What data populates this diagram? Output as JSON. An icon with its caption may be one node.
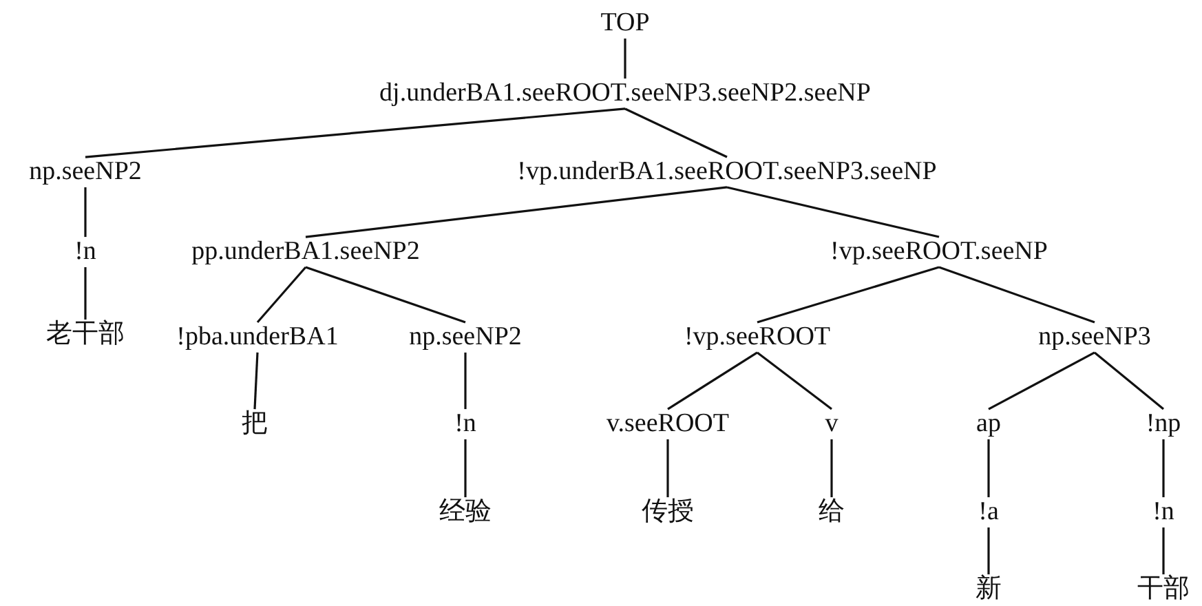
{
  "diagram": {
    "nodes": [
      {
        "text": [
          "TOP"
        ]
      },
      {
        "text": [
          "dj.underBA1.seeROOT.seeNP3.seeNP2.seeNP"
        ]
      },
      {
        "text": [
          "np.seeNP2"
        ]
      },
      {
        "text": [
          "!vp.underBA1.seeROOT.seeNP3.seeNP"
        ]
      },
      {
        "text": [
          "!n"
        ]
      },
      {
        "text": [
          "pp.underBA1.seeNP2"
        ]
      },
      {
        "text": [
          "!vp.seeROOT.seeNP"
        ]
      },
      {
        "text": [
          "老干部"
        ]
      },
      {
        "text": [
          "!pba.underBA1"
        ]
      },
      {
        "text": [
          "np.seeNP2"
        ]
      },
      {
        "text": [
          "!vp.seeROOT"
        ]
      },
      {
        "text": [
          "np.seeNP3"
        ]
      },
      {
        "text": [
          "把"
        ]
      },
      {
        "text": [
          "!n"
        ]
      },
      {
        "text": [
          "v.seeROOT"
        ]
      },
      {
        "text": [
          "v"
        ]
      },
      {
        "text": [
          "ap"
        ]
      },
      {
        "text": [
          "!np"
        ]
      },
      {
        "text": [
          "经验"
        ]
      },
      {
        "text": [
          "传授"
        ]
      },
      {
        "text": [
          "给"
        ]
      },
      {
        "text": [
          "!a"
        ]
      },
      {
        "text": [
          "!n"
        ]
      },
      {
        "text": [
          "新"
        ]
      },
      {
        "text": [
          "干部"
        ]
      }
    ],
    "edges": [
      {
        "from": 0,
        "to": 1,
        "arrow": "none"
      },
      {
        "from": 1,
        "to": 2,
        "arrow": "none"
      },
      {
        "from": 1,
        "to": 3,
        "arrow": "none"
      },
      {
        "from": 2,
        "to": 4,
        "arrow": "none"
      },
      {
        "from": 3,
        "to": 5,
        "arrow": "none"
      },
      {
        "from": 3,
        "to": 6,
        "arrow": "none"
      },
      {
        "from": 4,
        "to": 7,
        "arrow": "none"
      },
      {
        "from": 5,
        "to": 8,
        "arrow": "none"
      },
      {
        "from": 5,
        "to": 9,
        "arrow": "none"
      },
      {
        "from": 6,
        "to": 10,
        "arrow": "none"
      },
      {
        "from": 6,
        "to": 11,
        "arrow": "none"
      },
      {
        "from": 8,
        "to": 12,
        "arrow": "none"
      },
      {
        "from": 9,
        "to": 13,
        "arrow": "none"
      },
      {
        "from": 10,
        "to": 14,
        "arrow": "none"
      },
      {
        "from": 10,
        "to": 15,
        "arrow": "none"
      },
      {
        "from": 11,
        "to": 16,
        "arrow": "none"
      },
      {
        "from": 11,
        "to": 17,
        "arrow": "none"
      },
      {
        "from": 13,
        "to": 18,
        "arrow": "none"
      },
      {
        "from": 14,
        "to": 19,
        "arrow": "none"
      },
      {
        "from": 15,
        "to": 20,
        "arrow": "none"
      },
      {
        "from": 16,
        "to": 21,
        "arrow": "none"
      },
      {
        "from": 17,
        "to": 22,
        "arrow": "none"
      },
      {
        "from": 21,
        "to": 23,
        "arrow": "none"
      },
      {
        "from": 22,
        "to": 24,
        "arrow": "none"
      }
    ]
  }
}
